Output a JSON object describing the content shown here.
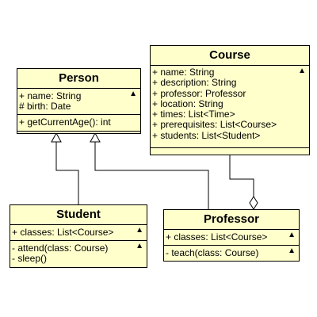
{
  "classes": {
    "person": {
      "name": "Person",
      "attributes": [
        "+ name: String",
        "# birth: Date"
      ],
      "methods": [
        "+ getCurrentAge(): int"
      ]
    },
    "course": {
      "name": "Course",
      "attributes": [
        "+ name: String",
        "+ description: String",
        "+ professor: Professor",
        "+ location: String",
        "+ times: List<Time>",
        "+ prerequisites: List<Course>",
        "+ students: List<Student>"
      ],
      "methods": []
    },
    "student": {
      "name": "Student",
      "attributes": [
        "+ classes: List<Course>"
      ],
      "methods": [
        "-  attend(class: Course)",
        "-  sleep()"
      ]
    },
    "professor": {
      "name": "Professor",
      "attributes": [
        "+ classes: List<Course>"
      ],
      "methods": [
        "-  teach(class: Course)"
      ]
    }
  },
  "relationships": [
    {
      "type": "generalization",
      "from": "Student",
      "to": "Person"
    },
    {
      "type": "generalization",
      "from": "Professor",
      "to": "Person"
    },
    {
      "type": "aggregation",
      "from": "Professor",
      "to": "Course"
    }
  ],
  "colors": {
    "class_fill": "#ffffcc",
    "stroke": "#000000"
  },
  "icons": {
    "collapse": "chevron-up-icon"
  }
}
